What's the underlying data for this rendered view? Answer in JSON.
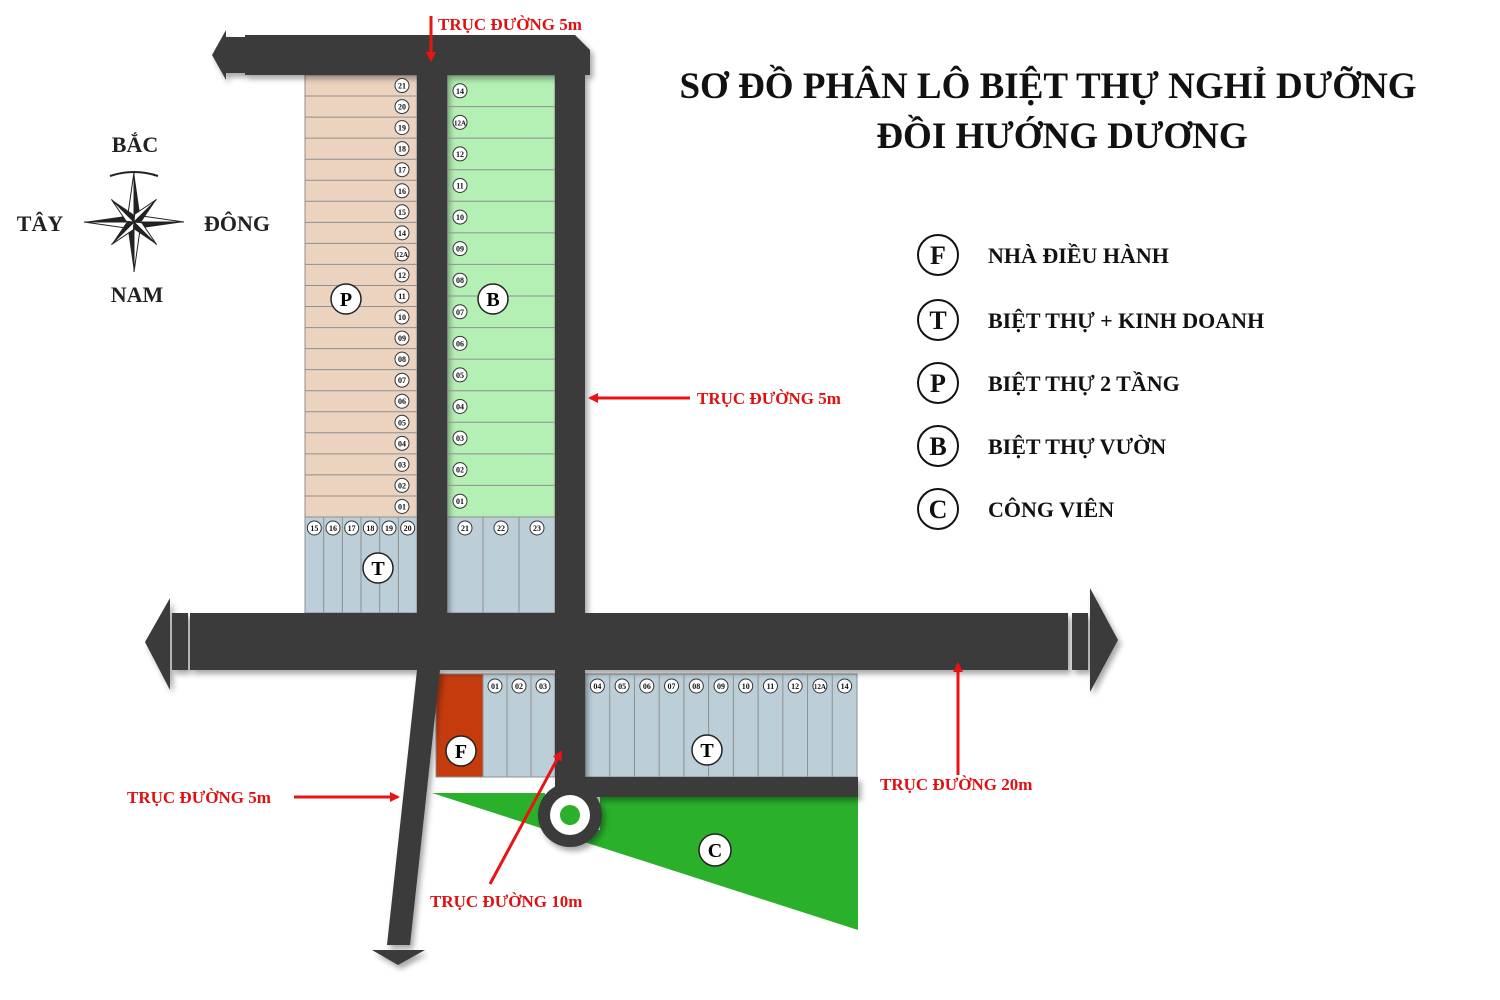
{
  "title": {
    "line1": "SƠ ĐỒ PHÂN LÔ BIỆT THỰ NGHỈ DƯỠNG",
    "line2": "ĐỒI HƯỚNG DƯƠNG"
  },
  "compass": {
    "north": "BẮC",
    "south": "NAM",
    "west": "TÂY",
    "east": "ĐÔNG"
  },
  "legend": [
    {
      "symbol": "F",
      "label": "NHÀ ĐIỀU HÀNH"
    },
    {
      "symbol": "T",
      "label": "BIỆT THỰ + KINH DOANH"
    },
    {
      "symbol": "P",
      "label": "BIỆT THỰ 2 TẦNG"
    },
    {
      "symbol": "B",
      "label": "BIỆT THỰ VƯỜN"
    },
    {
      "symbol": "C",
      "label": "CÔNG VIÊN"
    }
  ],
  "road_labels": {
    "top": "TRỤC ĐƯỜNG 5m",
    "east_vertical": "TRỤC ĐƯỜNG 5m",
    "main": "TRỤC ĐƯỜNG 20m",
    "southwest": "TRỤC ĐƯỜNG 5m",
    "south": "TRỤC ĐƯỜNG 10m"
  },
  "zones": {
    "P": "P",
    "B": "B",
    "T_north": "T",
    "T_south": "T",
    "F": "F",
    "C": "C"
  },
  "lots": {
    "P": [
      "21",
      "20",
      "19",
      "18",
      "17",
      "16",
      "15",
      "14",
      "12A",
      "12",
      "11",
      "10",
      "09",
      "08",
      "07",
      "06",
      "05",
      "04",
      "03",
      "02",
      "01"
    ],
    "B": [
      "14",
      "12A",
      "12",
      "11",
      "10",
      "09",
      "08",
      "07",
      "06",
      "05",
      "04",
      "03",
      "02",
      "01"
    ],
    "T_north_left": [
      "15",
      "16",
      "17",
      "18",
      "19",
      "20"
    ],
    "T_north_right": [
      "21",
      "22",
      "23"
    ],
    "T_south_left": [
      "01",
      "02",
      "03"
    ],
    "T_south_right": [
      "04",
      "05",
      "06",
      "07",
      "08",
      "09",
      "10",
      "11",
      "12",
      "12A",
      "14"
    ]
  },
  "colors": {
    "road": "#3a3a3a",
    "p_zone": "#ecd3c0",
    "b_zone": "#b4efb4",
    "t_zone": "#bccfd9",
    "f_zone": "#c43c0e",
    "park": "#2ab02a",
    "arrow": "#e81414",
    "label": "#e01010"
  }
}
